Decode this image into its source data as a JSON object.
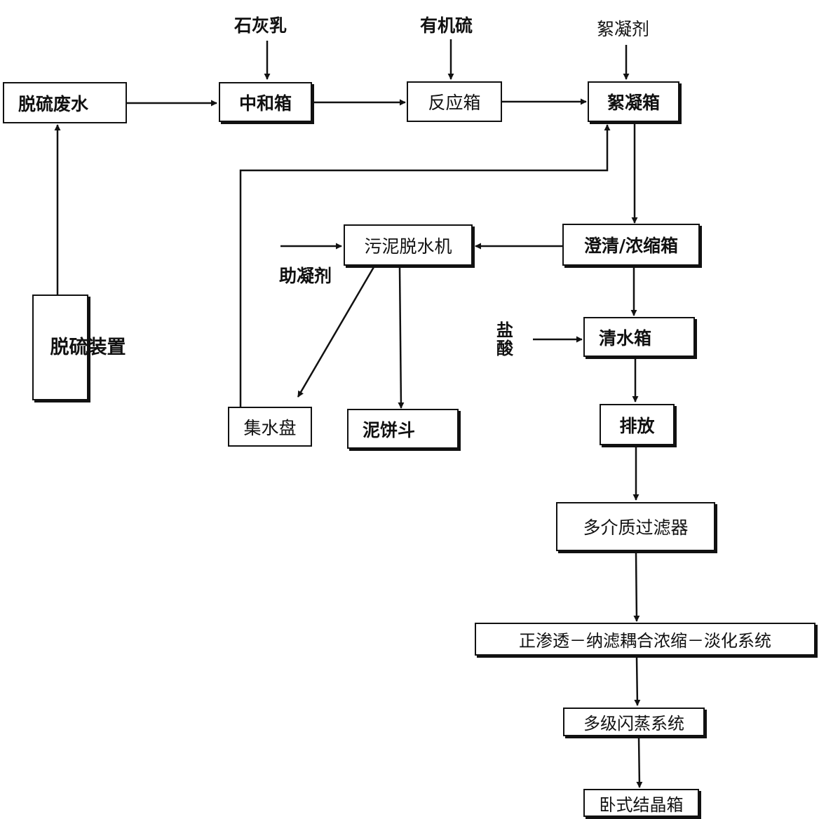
{
  "nodes": {
    "desulfurization_wastewater": "脱硫废水",
    "desulfurization_device": "脱硫装置",
    "neutralization_tank": "中和箱",
    "reaction_tank": "反应箱",
    "flocculation_tank": "絮凝箱",
    "clarification_tank": "澄清/浓缩箱",
    "sludge_dewatering_machine": "污泥脱水机",
    "water_collecting_tray": "集水盘",
    "mud_cake_hopper": "泥饼斗",
    "clean_water_tank": "清水箱",
    "discharge": "排放",
    "multimedia_filter": "多介质过滤器",
    "fo_nf_system": "正渗透－纳滤耦合浓缩－淡化系统",
    "msf_system": "多级闪蒸系统",
    "crystallizer": "卧式结晶箱"
  },
  "inputs": {
    "lime_milk": "石灰乳",
    "organic_sulfur": "有机硫",
    "flocculant": "絮凝剂",
    "coagulant_aid": "助凝剂",
    "hydrochloric_acid": "盐酸"
  }
}
